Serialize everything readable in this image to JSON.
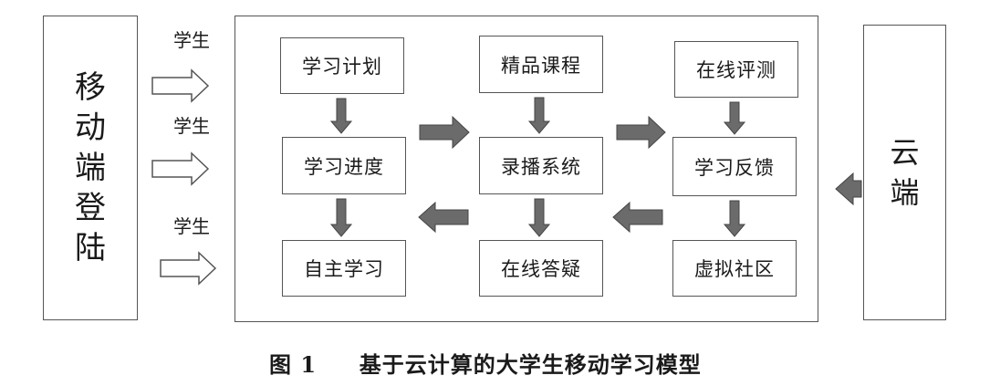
{
  "left_panel": {
    "chars": [
      "移",
      "动",
      "端",
      "登",
      "陆"
    ]
  },
  "right_panel": {
    "chars": [
      "云",
      "端"
    ]
  },
  "student_labels": [
    "学生",
    "学生",
    "学生"
  ],
  "modules": {
    "plan": "学习计划",
    "progress": "学习进度",
    "self_study": "自主学习",
    "courses": "精品课程",
    "recording": "录播系统",
    "qa": "在线答疑",
    "test": "在线评测",
    "feedback": "学习反馈",
    "community": "虚拟社区"
  },
  "caption": {
    "fig_no": "图 1",
    "title": "基于云计算的大学生移动学习模型"
  },
  "colors": {
    "border": "#555555",
    "arrow_fill": "#6b6b6b"
  }
}
